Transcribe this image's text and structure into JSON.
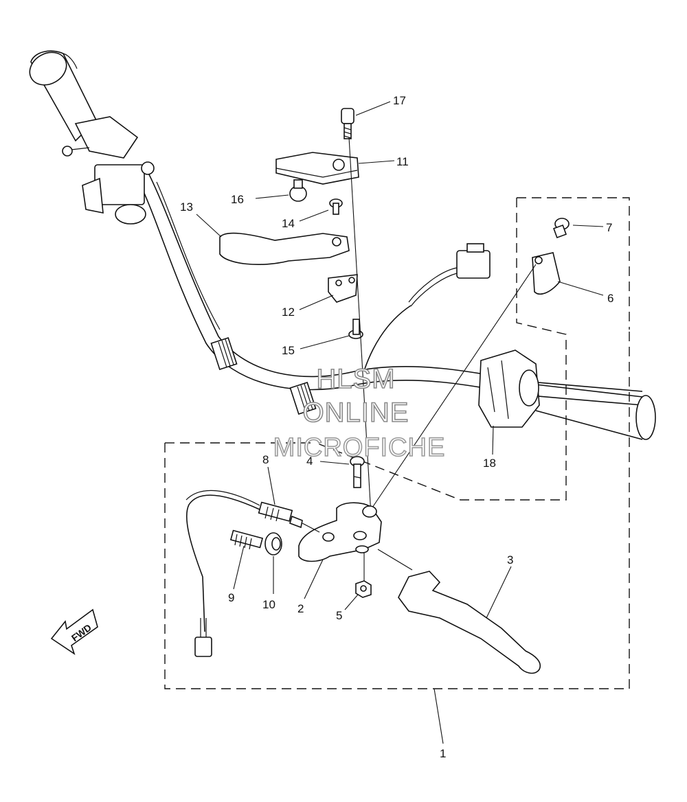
{
  "parts": {
    "p1": "1",
    "p2": "2",
    "p3": "3",
    "p4": "4",
    "p5": "5",
    "p6": "6",
    "p7": "7",
    "p8": "8",
    "p9": "9",
    "p10": "10",
    "p11": "11",
    "p12": "12",
    "p13": "13",
    "p14": "14",
    "p15": "15",
    "p16": "16",
    "p17": "17",
    "p18": "18"
  },
  "direction_label": "FWD",
  "watermark": {
    "line1": "HLSM",
    "line2": "ONLINE",
    "line3": "MICROFICHE"
  }
}
